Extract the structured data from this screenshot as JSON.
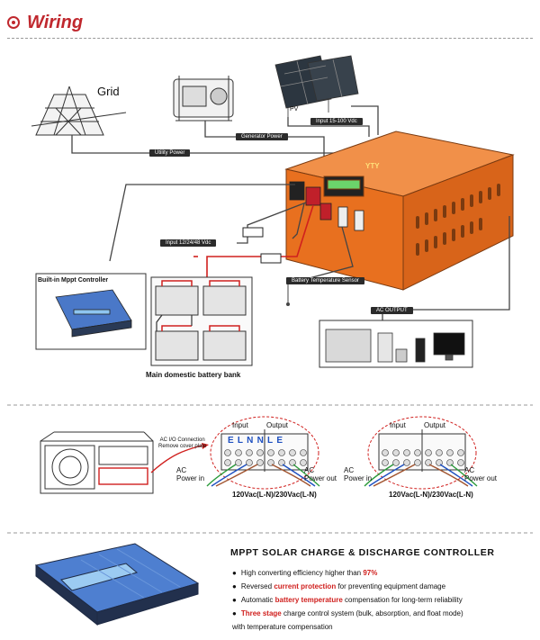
{
  "header": {
    "title": "Wiring"
  },
  "diagram": {
    "grid_label": "Grid",
    "pv_label": "PV",
    "input_pv": "Input 15-100 Vdc",
    "generator_power": "Generator Power",
    "utility_power": "Utility Power",
    "built_in_mppt": "Built-in Mppt Controller",
    "input_battery": "Input 12/24/48 Vdc",
    "battery_temp_sensor": "Battery Temperature Sensor",
    "ac_output": "AC OUTPUT",
    "main_battery_bank": "Main domestic battery bank",
    "inverter_brand": "YTY"
  },
  "connection": {
    "ac_io_note": "AC I/O Connection\nRemove cover plate",
    "left_terminal": {
      "input": "Input",
      "output": "Output",
      "letters": "ELNNLE",
      "ac_in": "AC\nPower in",
      "ac_out": "AC\nPower out",
      "voltage": "120Vac(L-N)/230Vac(L-N)"
    },
    "right_terminal": {
      "input": "Input",
      "output": "Output",
      "ac_in": "AC\nPower in",
      "ac_out": "AC\nPower out",
      "voltage": "120Vac(L-N)/230Vac(L-N)"
    }
  },
  "mppt": {
    "title": "MPPT SOLAR CHARGE & DISCHARGE CONTROLLER",
    "bullets": [
      {
        "pre": "High converting efficiency higher than ",
        "hl": "97%",
        "post": ""
      },
      {
        "pre": "Reversed ",
        "hl": "current protection",
        "post": " for preventing equipment damage"
      },
      {
        "pre": "Automatic ",
        "hl": "battery temperature",
        "post": " compensation for long-term reliability"
      },
      {
        "pre": "",
        "hl": "Three stage",
        "post": " charge control system (bulk, absorption, and float mode)"
      },
      {
        "pre": "with temperature compensation",
        "hl": "",
        "post": ""
      }
    ]
  },
  "colors": {
    "accent": "#c0282e",
    "inverter": "#e8701f",
    "controller": "#4a78c8",
    "highlight": "#d0201e"
  }
}
